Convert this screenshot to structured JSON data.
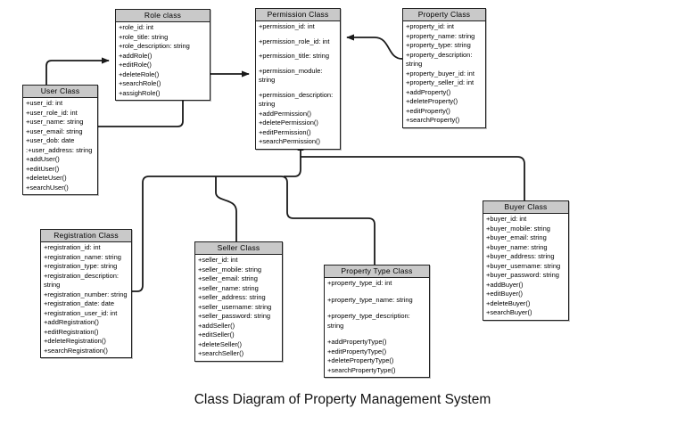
{
  "diagram": {
    "title": "Class Diagram of Property Management System",
    "line_color": "#1a1a1a",
    "header_fill": "#c9c9c9",
    "box_fill": "#ffffff"
  },
  "classes": [
    {
      "id": "role",
      "name": "Role class",
      "attributes": [
        "+role_id: int",
        "+role_title: string",
        "+role_description: string"
      ],
      "methods": [
        "+addRole()",
        "+editRole()",
        "+deleteRole()",
        "+searchRole()",
        "+assighRole()"
      ]
    },
    {
      "id": "permission",
      "name": "Permission Class",
      "attributes": [
        "+permission_id: int",
        "+permission_role_id: int",
        "+permission_title: string",
        "+permission_module: string",
        "+permission_description: string"
      ],
      "methods": [
        "+addPermission()",
        "+deletePermission()",
        "+editPermission()",
        "+searchPermission()"
      ]
    },
    {
      "id": "property",
      "name": "Property Class",
      "attributes": [
        "+property_id: int",
        "+property_name: string",
        "+property_type: string",
        "+property_description: string",
        "+property_buyer_id: int",
        "+property_seller_id: int"
      ],
      "methods": [
        "+addProperty()",
        "+deleteProperty()",
        "+editProperty()",
        "+searchProperty()"
      ]
    },
    {
      "id": "user",
      "name": "User Class",
      "attributes": [
        "+user_id: int",
        "+user_role_id: int",
        "+user_name: string",
        "+user_email: string",
        "+user_dob: date",
        ":+user_address: string"
      ],
      "methods": [
        "+addUser()",
        "+editUser()",
        "+deleteUser()",
        "+searchUser()"
      ]
    },
    {
      "id": "registration",
      "name": "Registration Class",
      "attributes": [
        "+registration_id: int",
        "+registration_name: string",
        "+registration_type: string",
        "+registration_description: string",
        "+registration_number: string",
        "+registration_date: date",
        "+registration_user_id: int"
      ],
      "methods": [
        "+addRegistration()",
        "+editRegistration()",
        "+deleteRegistration()",
        "+searchRegistration()"
      ]
    },
    {
      "id": "seller",
      "name": "Seller Class",
      "attributes": [
        "+seller_id: int",
        "+seller_mobile: string",
        "+seller_email: string",
        "+seller_name: string",
        "+seller_address: string",
        "+seller_username: string",
        "+seller_password: string"
      ],
      "methods": [
        "+addSeller()",
        "+editSeller()",
        "+deleteSeller()",
        "+searchSeller()"
      ]
    },
    {
      "id": "property_type",
      "name": "Property Type Class",
      "attributes": [
        "+property_type_id: int",
        "+property_type_name: string",
        "+property_type_description: string"
      ],
      "methods": [
        "+addPropertyType()",
        "+editPropertyType()",
        "+deletePropertyType()",
        "+searchPropertyType()"
      ]
    },
    {
      "id": "buyer",
      "name": "Buyer Class",
      "attributes": [
        "+buyer_id: int",
        "+buyer_mobile: string",
        "+buyer_email: string",
        "+buyer_name: string",
        "+buyer_address: string",
        "+buyer_username: string",
        "+buyer_password: string"
      ],
      "methods": [
        "+addBuyer()",
        "+editBuyer()",
        "+deleteBuyer()",
        "+searchBuyer()"
      ]
    }
  ],
  "relationships": [
    {
      "from": "user",
      "to": "role"
    },
    {
      "from": "user",
      "to": "permission"
    },
    {
      "from": "property",
      "to": "permission"
    },
    {
      "from": "buyer",
      "to": "permission"
    },
    {
      "from": "registration",
      "to": "permission"
    },
    {
      "from": "seller",
      "to": "permission"
    },
    {
      "from": "property_type",
      "to": "permission"
    }
  ]
}
